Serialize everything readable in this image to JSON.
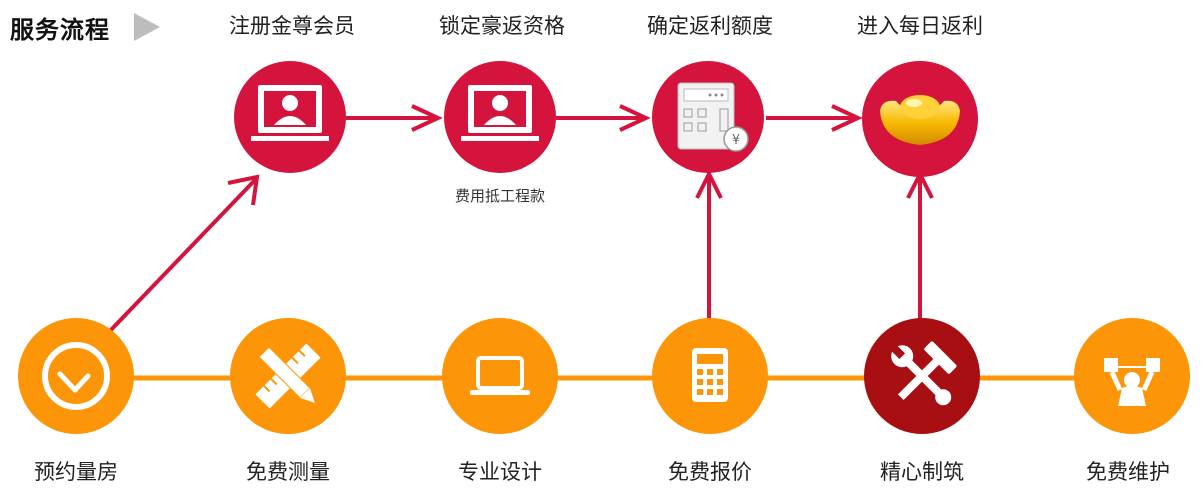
{
  "title": "服务流程",
  "top_steps": [
    {
      "label": "注册金尊会员",
      "icon": "laptop-user-icon"
    },
    {
      "label": "锁定豪返资格",
      "icon": "laptop-user-icon",
      "sublabel": "费用抵工程款"
    },
    {
      "label": "确定返利额度",
      "icon": "calculator-yen-icon"
    },
    {
      "label": "进入每日返利",
      "icon": "gold-ingot-icon"
    }
  ],
  "bottom_steps": [
    {
      "label": "预约量房",
      "icon": "clock-icon"
    },
    {
      "label": "免费测量",
      "icon": "pencil-ruler-icon"
    },
    {
      "label": "专业设计",
      "icon": "laptop-icon"
    },
    {
      "label": "免费报价",
      "icon": "calculator-icon"
    },
    {
      "label": "精心制筑",
      "icon": "hammer-wrench-icon"
    },
    {
      "label": "免费维护",
      "icon": "wrench-worker-icon"
    }
  ],
  "colors": {
    "red": "#d4143c",
    "orange": "#fc9508",
    "dark_red": "#a80f12",
    "arrow_gray": "#bdbdbd"
  }
}
